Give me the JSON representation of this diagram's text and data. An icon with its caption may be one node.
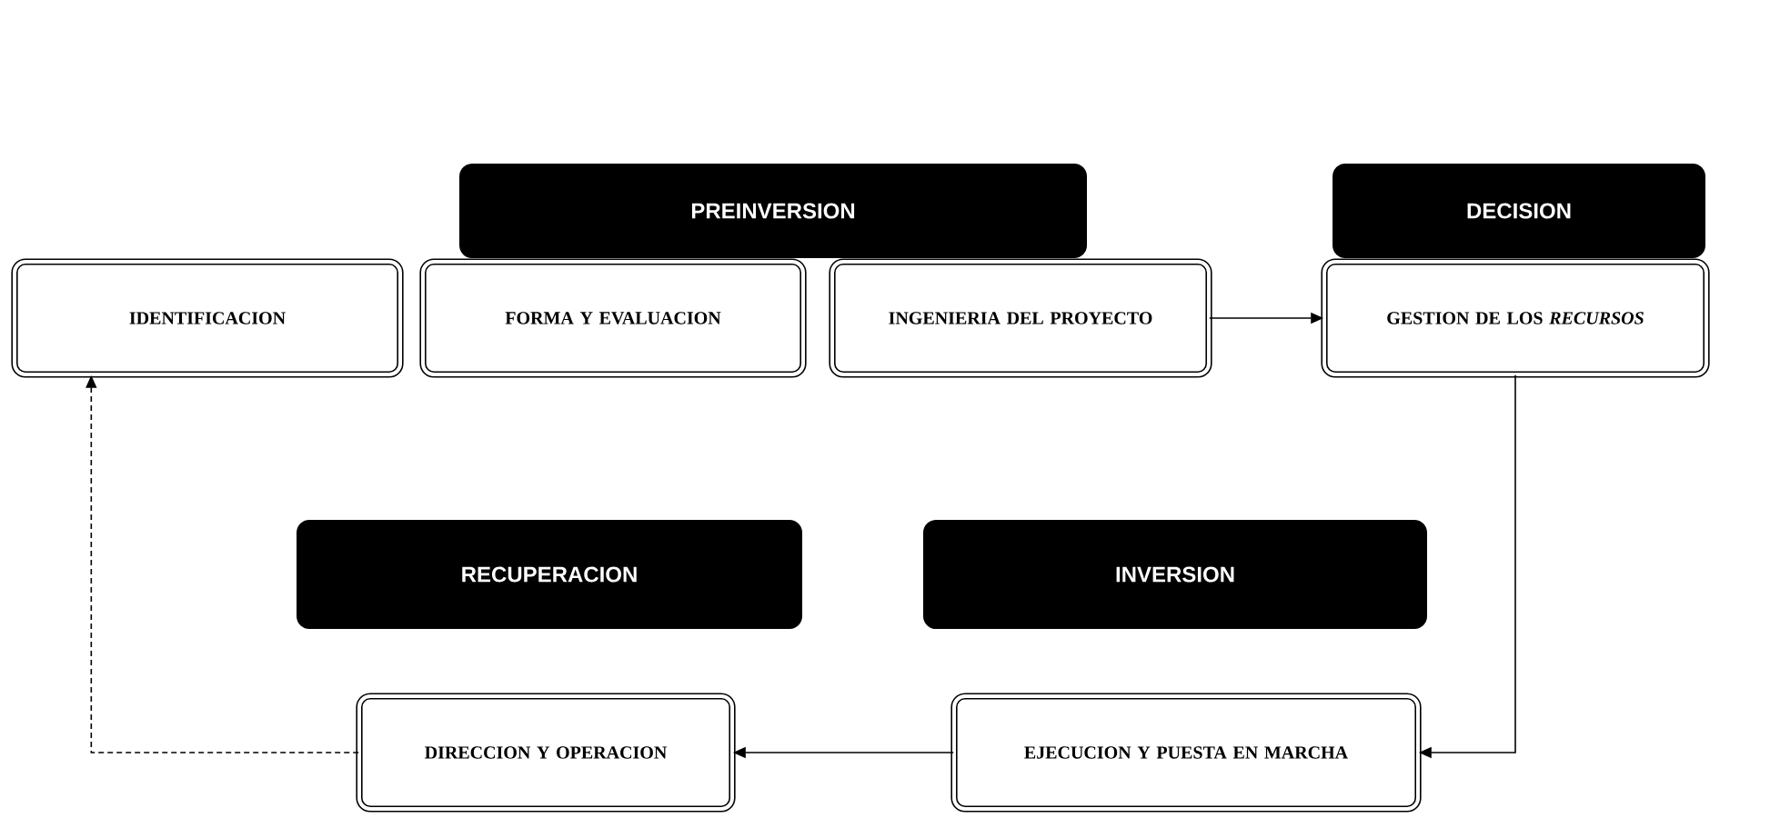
{
  "diagram": {
    "nodes": [
      {
        "text": [
          "PREINVERSION"
        ]
      },
      {
        "text": [
          "DECISION"
        ]
      },
      {
        "text": [
          "IDENTIFICACION"
        ]
      },
      {
        "text": [
          "FORMA Y EVALUACION"
        ]
      },
      {
        "text": [
          "INGENIERIA DEL PROYECTO"
        ]
      },
      {
        "text": [
          "GESTION DE LOS *RECURSOS*"
        ]
      },
      {
        "text": [
          "RECUPERACION"
        ]
      },
      {
        "text": [
          "INVERSION"
        ]
      },
      {
        "text": [
          "DIRECCION Y OPERACION"
        ]
      },
      {
        "text": [
          "EJECUCION Y PUESTA EN MARCHA"
        ]
      }
    ],
    "edges": [
      {
        "from": 4,
        "to": 5,
        "arrow": "to"
      },
      {
        "from": 5,
        "to": 9,
        "arrow": "to"
      },
      {
        "from": 9,
        "to": 8,
        "arrow": "to"
      },
      {
        "from": 8,
        "to": 2,
        "arrow": "to",
        "style": "dashed"
      }
    ]
  }
}
